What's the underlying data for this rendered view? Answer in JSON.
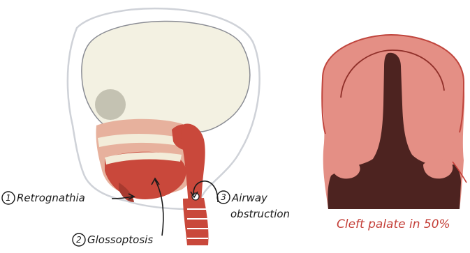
{
  "labels": {
    "retrognathia": {
      "num": "1",
      "text": "Retrognathia"
    },
    "glossoptosis": {
      "num": "2",
      "text": "Glossoptosis"
    },
    "airway": {
      "num": "3",
      "line1": "Airway",
      "line2": "obstruction"
    },
    "cleft": {
      "text": "Cleft palate in 50%"
    }
  },
  "colors": {
    "skull": "#f3f1e2",
    "skull_outline": "#8a8c94",
    "head_outline": "#cfd2d8",
    "ear": "#c4c2b2",
    "skin": "#e7b19d",
    "muscle": "#c9483b",
    "muscle_dark": "#a83a2f",
    "bone_band": "#f3ecd9",
    "palate_pink": "#e48f85",
    "palate_rim": "#c0453d",
    "palate_dark": "#4d2320",
    "cleft_text": "#c43f38",
    "ink": "#1a1a1a"
  }
}
